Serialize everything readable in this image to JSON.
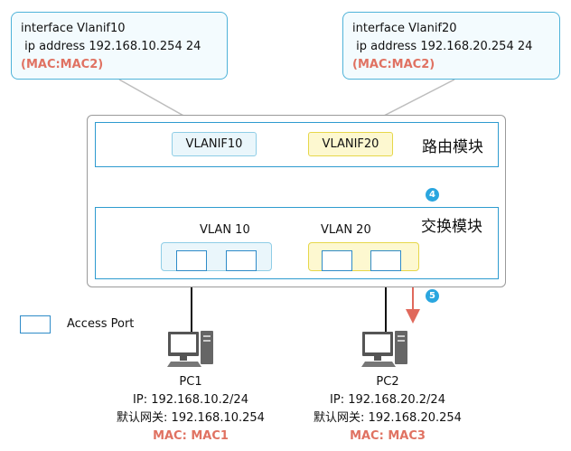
{
  "callouts": [
    {
      "line1": "interface Vlanif10",
      "line2": " ip address 192.168.10.254 24",
      "mac": "(MAC:MAC2)"
    },
    {
      "line1": "interface Vlanif20",
      "line2": " ip address 192.168.20.254 24",
      "mac": "(MAC:MAC2)"
    }
  ],
  "routing_module": {
    "label": "路由模块",
    "vlanif_left": "VLANIF10",
    "vlanif_right": "VLANIF20"
  },
  "switching_module": {
    "label": "交换模块",
    "vlan_left": "VLAN 10",
    "vlan_right": "VLAN 20"
  },
  "steps": [
    "4",
    "5"
  ],
  "legend": {
    "label": "Access Port"
  },
  "pcs": [
    {
      "name": "PC1",
      "ip": "IP: 192.168.10.2/24",
      "gateway": "默认网关: 192.168.10.254",
      "mac": "MAC: MAC1"
    },
    {
      "name": "PC2",
      "ip": "IP: 192.168.20.2/24",
      "gateway": "默认网关: 192.168.20.254",
      "mac": "MAC: MAC3"
    }
  ],
  "colors": {
    "accent_blue": "#2e9bcf",
    "mac_red": "#e07262",
    "arrow_red": "#e0695c",
    "vlan10_fill": "#eaf6fb",
    "vlan20_fill": "#fdf8d0",
    "step_badge": "#2aa6df"
  }
}
